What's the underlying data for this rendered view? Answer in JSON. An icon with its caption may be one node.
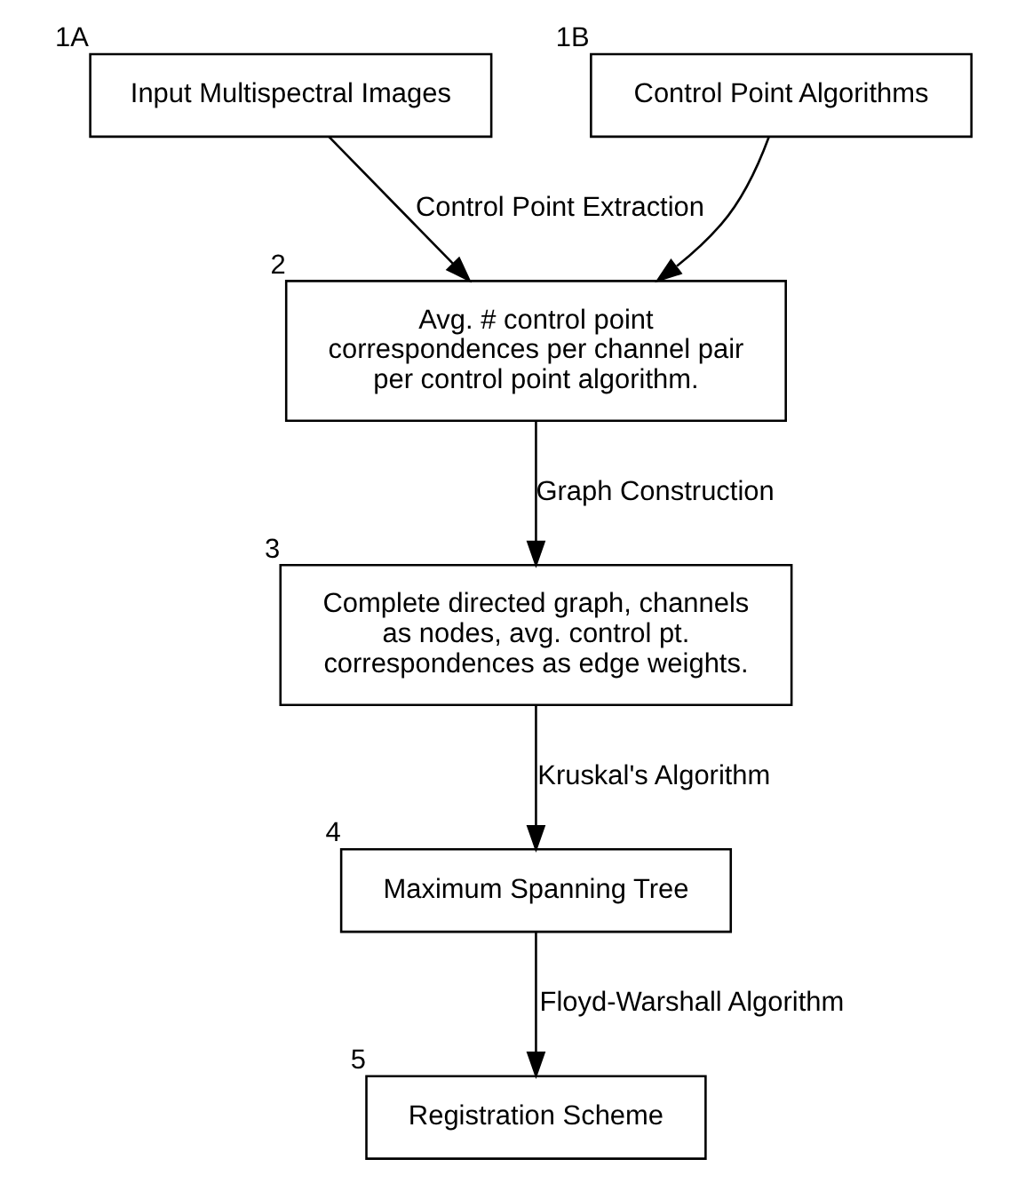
{
  "diagram": {
    "nodes": [
      {
        "text": [
          "Input Multispectral Images"
        ],
        "beside": [
          "1A"
        ]
      },
      {
        "text": [
          "Control Point Algorithms"
        ],
        "beside": [
          "1B"
        ]
      },
      {
        "text": [
          "Avg. # control point correspondences per channel pair per control point algorithm."
        ],
        "beside": [
          "2"
        ]
      },
      {
        "text": [
          "Complete directed graph, channels as nodes, avg. control pt. correspondences as edge weights."
        ],
        "beside": [
          "3"
        ]
      },
      {
        "text": [
          "Maximum Spanning Tree"
        ],
        "beside": [
          "4"
        ]
      },
      {
        "text": [
          "Registration Scheme"
        ],
        "beside": [
          "5"
        ]
      }
    ],
    "edges": [
      {
        "from": 0,
        "to": 2,
        "arrow": "to",
        "label": "Control Point Extraction"
      },
      {
        "from": 1,
        "to": 2,
        "arrow": "to"
      },
      {
        "from": 2,
        "to": 3,
        "arrow": "to",
        "label": "Graph Construction"
      },
      {
        "from": 3,
        "to": 4,
        "arrow": "to",
        "label": "Kruskal's Algorithm"
      },
      {
        "from": 4,
        "to": 5,
        "arrow": "to",
        "label": "Floyd-Warshall Algorithm"
      }
    ]
  }
}
